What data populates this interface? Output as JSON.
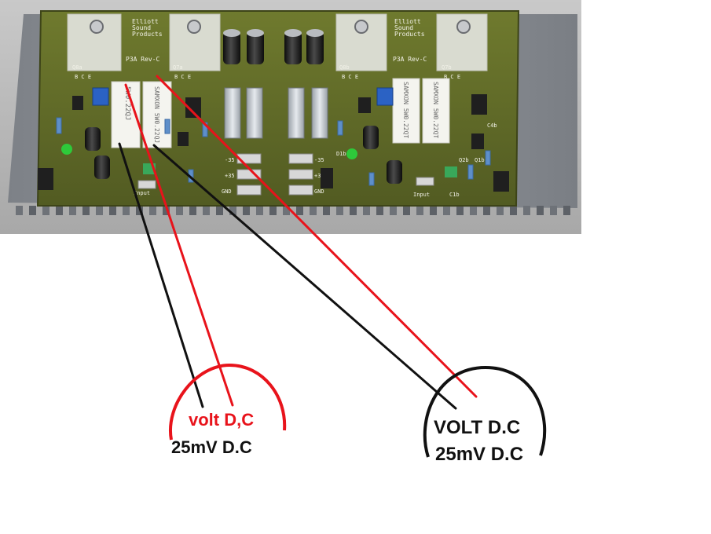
{
  "photo": {
    "board_texts": {
      "left_maker": [
        "Elliott",
        "Sound",
        "Products"
      ],
      "left_rev": "P3A Rev-C",
      "right_maker": [
        "Elliott",
        "Sound",
        "Products"
      ],
      "right_rev": "P3A Rev-C",
      "resistor_a": "5W0.22QJ",
      "resistor_b": "SAMXON 5W0.22QJ",
      "resistor_c": "SAMXON 5W0.22QT",
      "resistor_d": "SAMXON 5W0.22QT",
      "q8a": "Q8a",
      "q7a": "Q7a",
      "q8b": "Q8b",
      "q7b": "Q7b",
      "bce": "B C E",
      "input_a": "Input",
      "input_b": "Input",
      "m35": "-35",
      "p35": "+35",
      "gnd": "GND",
      "c1b": "C1b",
      "q2b": "Q2b",
      "q1b": "Q1b",
      "c4b": "C4b",
      "d1b": "D1b"
    }
  },
  "annotations": {
    "left_circle": {
      "color": "#e8131b",
      "line1": "volt D,C",
      "line2": "25mV D.C"
    },
    "right_circle": {
      "color": "#111111",
      "line1": "VOLT D.C",
      "line2": "25mV D.C"
    }
  },
  "colors": {
    "wire_red": "#e8131b",
    "wire_black": "#111111"
  }
}
